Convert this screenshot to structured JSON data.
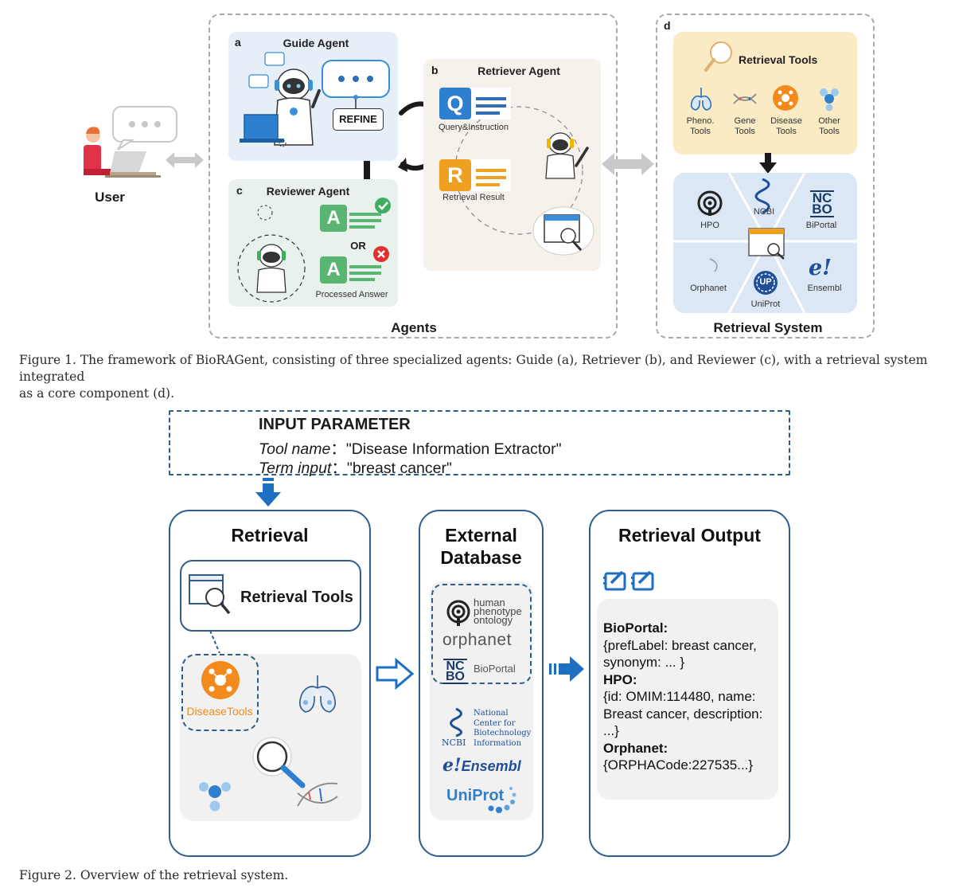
{
  "figure1": {
    "user_label": "User",
    "agents_label": "Agents",
    "retrieval_system_label": "Retrieval System",
    "panel_a": {
      "tag": "a",
      "title": "Guide Agent",
      "refine": "REFINE"
    },
    "panel_b": {
      "tag": "b",
      "title": "Retriever Agent",
      "query_letter": "Q",
      "query_label": "Query&Instruction",
      "result_letter": "R",
      "result_label": "Retrieval Result"
    },
    "panel_c": {
      "tag": "c",
      "title": "Reviewer Agent",
      "answer_letter": "A",
      "or_label": "OR",
      "processed_label": "Processed Answer"
    },
    "panel_d": {
      "tag": "d",
      "title": "Retrieval Tools",
      "tools": [
        {
          "line1": "Pheno.",
          "line2": "Tools"
        },
        {
          "line1": "Gene",
          "line2": "Tools"
        },
        {
          "line1": "Disease",
          "line2": "Tools"
        },
        {
          "line1": "Other",
          "line2": "Tools"
        }
      ],
      "databases": [
        "HPO",
        "NCBI",
        "BiPortal",
        "Orphanet",
        "UniProt",
        "Ensembl"
      ],
      "ncbo_top": "NC",
      "ncbo_bottom": "BO",
      "up_logo": "UP",
      "ensembl_logo": "e!"
    },
    "caption_line1": "Figure 1. The framework of BioRAGent, consisting of three specialized agents: Guide (a), Retriever (b), and Reviewer (c), with a retrieval system integrated",
    "caption_line2": "as a core component (d)."
  },
  "figure2": {
    "input_title": "INPUT PARAMETER",
    "tool_name_label": "Tool name",
    "tool_name_value": "：\"Disease Information Extractor\"",
    "term_input_label": "Term input",
    "term_input_value": "：\"breast cancer\"",
    "retrieval_title": "Retrieval",
    "retrieval_tools_label": "Retrieval Tools",
    "disease_tools_label": "DiseaseTools",
    "external_title_line1": "External",
    "external_title_line2": "Database",
    "hpo_logo": [
      "human",
      "phenotype",
      "ontology"
    ],
    "orphanet_logo": "orphanet",
    "ncbo_top": "NC",
    "ncbo_bottom": "BO",
    "bioportal_logo": "BioPortal",
    "ncbi_logo": [
      "National",
      "Center for",
      "Biotechnology",
      "Information"
    ],
    "ncbi_short": "NCBI",
    "ensembl_logo": "Ensembl",
    "ensembl_e": "e!",
    "uniprot_logo": "UniProt",
    "output_title": "Retrieval Output",
    "output": {
      "bioportal_label": "BioPortal:",
      "bioportal_line1": "{prefLabel: breast cancer,",
      "bioportal_line2": "synonym: ... }",
      "hpo_label": "HPO:",
      "hpo_line1": "{id: OMIM:114480, name:",
      "hpo_line2": "Breast cancer, description:",
      "hpo_line3": "...}",
      "orphanet_label": "Orphanet:",
      "orphanet_line1": "{ORPHACode:227535...}"
    },
    "caption": "Figure 2. Overview of the retrieval system."
  },
  "colors": {
    "blue_arrow": "#1c6fc1",
    "green": "#59b56f",
    "orange": "#f28a1c",
    "red": "#e03131",
    "dark_blue": "#2f5c8c"
  }
}
